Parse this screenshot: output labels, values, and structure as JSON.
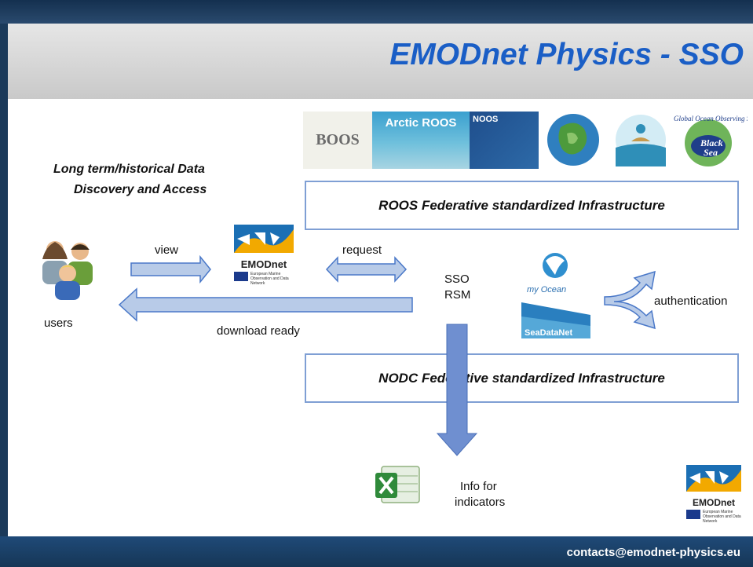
{
  "title": "EMODnet Physics - SSO",
  "contact": "contacts@emodnet-physics.eu",
  "heading": {
    "line1": "Long term/historical Data",
    "line2": "Discovery and Access"
  },
  "roos_box": "ROOS Federative standardized Infrastructure",
  "nodc_box": "NODC Federative standardized Infrastructure",
  "labels": {
    "users": "users",
    "view": "view",
    "request": "request",
    "sso": "SSO",
    "rsm": "RSM",
    "download": "download ready",
    "authentication": "authentication",
    "info_line1": "Info for",
    "info_line2": "indicators"
  },
  "logos": {
    "emodnet": "EMODnet",
    "emodnet_sub": "European Marine Observation and Data Network",
    "arctic": "Arctic ROOS",
    "noos": "NOOS",
    "boos": "BOOS",
    "myocean": "my Ocean",
    "seadatanet": "SeaDataNet",
    "blacksea_line1": "Black",
    "blacksea_line2": "Sea",
    "goos": "Global Ocean Observing System"
  },
  "colors": {
    "title": "#1a5ec6",
    "arrow_fill": "#b8cbe8",
    "arrow_stroke": "#4a78c8",
    "down_arrow": "#6f8fd0",
    "box_border": "#7f9fd4"
  }
}
